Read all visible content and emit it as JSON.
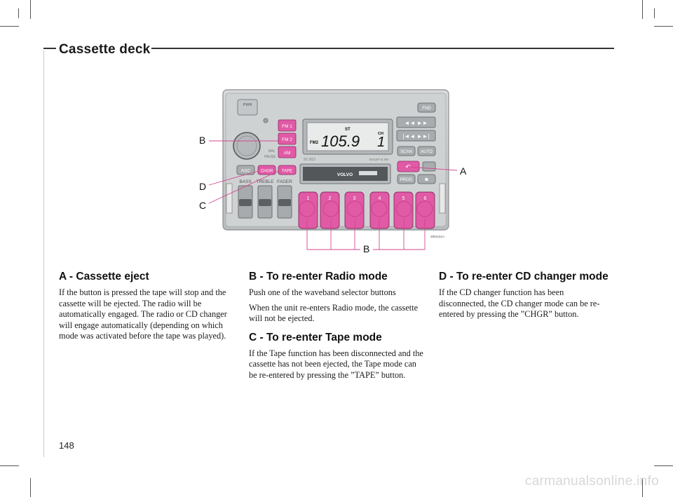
{
  "header": {
    "title": "Cassette deck"
  },
  "figure": {
    "callouts": {
      "a": "A",
      "b_top": "B",
      "d": "D",
      "c": "C",
      "b_bottom": "B"
    },
    "radio": {
      "pwr": "PWR",
      "fnd": "FND",
      "bands": [
        "FM 1",
        "FM 2",
        "AM"
      ],
      "asc": "ASC",
      "chgr": "CHGR",
      "tape": "TAPE",
      "sliders": [
        "BASS",
        "TREBLE",
        "FADER"
      ],
      "balance": "BAL",
      "pause": "PAUSE",
      "display": {
        "band": "FM2",
        "freq": "105.9",
        "preset": "1",
        "st": "ST",
        "ch": "CH"
      },
      "model": "SC-813",
      "dolby": "DOLBY B NR",
      "brand": "VOLVO",
      "scan": "SCAN",
      "auto": "AUTO",
      "prog": "PROG",
      "presets": [
        "1",
        "2",
        "3",
        "4",
        "5",
        "6"
      ],
      "code": "3901151A"
    }
  },
  "sections": {
    "a": {
      "title": "A - Cassette eject",
      "body": "If the button is pressed the tape will stop and the cassette will be ejected. The radio will be automatically engaged. The radio or CD changer will engage automatically (depending on which mode was activated before the tape was played)."
    },
    "b": {
      "title": "B - To re-enter Radio mode",
      "p1": "Push one of the waveband selector buttons",
      "p2": "When the unit re-enters Radio mode, the cassette will not be ejected."
    },
    "c": {
      "title": "C - To re-enter Tape mode",
      "body": "If the Tape function has been disconnected and the cassette has not been ejected, the Tape mode can be re-entered by pressing the ”TAPE” button."
    },
    "d": {
      "title": "D - To re-enter CD changer mode",
      "body": "If the CD changer function has been disconnected, the CD changer mode can be re-entered by pressing the ”CHGR” button."
    }
  },
  "page_number": "148",
  "watermark": "carmanualsonline.info"
}
